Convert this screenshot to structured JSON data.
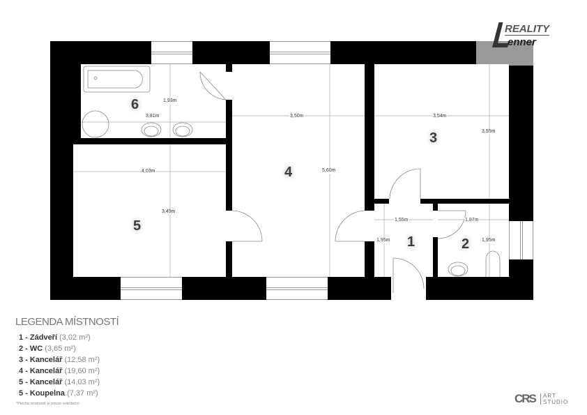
{
  "brand": {
    "top_logo": {
      "mark": "L",
      "line1": "REALITY",
      "line2": "enner"
    },
    "bottom_logo": {
      "mark": "CRS",
      "line1": "ART",
      "line2": "STUDIO"
    }
  },
  "colors": {
    "wall": "#000000",
    "logo_block": "#999999",
    "text_dark": "#3c3c3c",
    "text_muted": "#888888"
  },
  "rooms": [
    {
      "id": "6",
      "label": "6"
    },
    {
      "id": "4",
      "label": "4"
    },
    {
      "id": "3",
      "label": "3"
    },
    {
      "id": "5",
      "label": "5"
    },
    {
      "id": "1",
      "label": "1"
    },
    {
      "id": "2",
      "label": "2"
    }
  ],
  "dimensions": {
    "room6_height": "1,93m",
    "room6_width": "3,81m",
    "room4_width": "3,50m",
    "room4_height": "5,60m",
    "room3_width": "3,54m",
    "room3_height": "3,55m",
    "room5_width": "4,03m",
    "room5_height": "3,49m",
    "room1_width": "1,55m",
    "room1_height": "1,95m",
    "room2_width": "1,87m",
    "room2_height": "1,95m"
  },
  "legend": {
    "title": "LEGENDA MÍSTNOSTÍ",
    "items": [
      {
        "name": "1 - Zádveří",
        "area": "(3,02 m²)"
      },
      {
        "name": "2 - WC",
        "area": "(3,65 m²)"
      },
      {
        "name": "3 - Kancelář",
        "area": "(12,58 m²)"
      },
      {
        "name": "4 - Kancelář",
        "area": "(19,60 m²)"
      },
      {
        "name": "5 - Kancelář",
        "area": "(14,03 m²)"
      },
      {
        "name": "5 - Koupelna",
        "area": "(7,37 m²)"
      }
    ],
    "note": "*Plocha místností je pouze orientační"
  }
}
